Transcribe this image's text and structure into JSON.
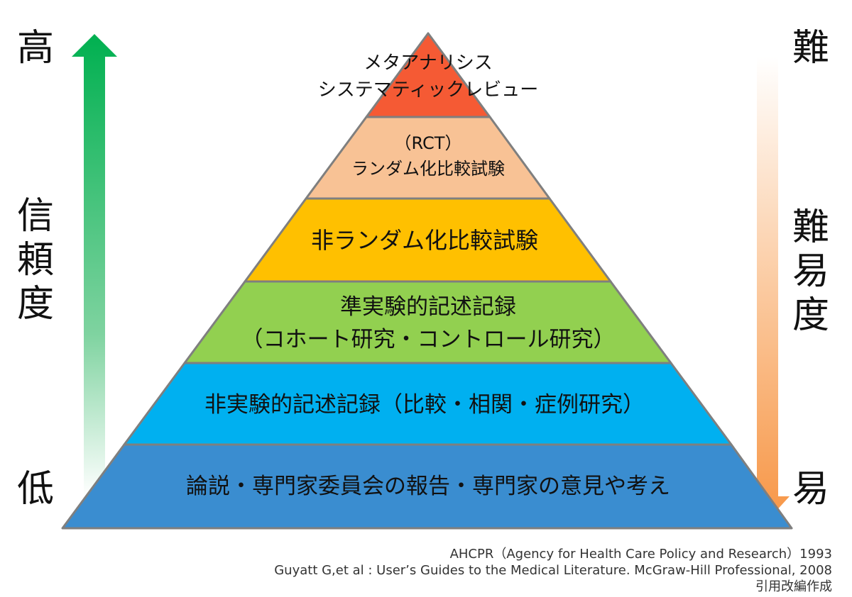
{
  "colors": {
    "level1": "#f55a34",
    "level2": "#f8c295",
    "level3": "#ffc000",
    "level4": "#92d050",
    "level5": "#00b0f0",
    "level6": "#3a8dd0",
    "reliability_arrow": "#00b050",
    "difficulty_arrow": "#f79646"
  },
  "left_axis": {
    "high": "高",
    "title": [
      "信",
      "頼",
      "度"
    ],
    "low": "低"
  },
  "right_axis": {
    "hard": "難",
    "title": [
      "難",
      "易",
      "度"
    ],
    "easy": "易"
  },
  "pyramid": [
    {
      "line1": "メタアナリシス",
      "line2": "システマティックレビュー"
    },
    {
      "line1": "（RCT）",
      "line2": "ランダム化比較試験"
    },
    {
      "line1": "非ランダム化比較試験"
    },
    {
      "line1": "準実験的記述記録",
      "line2": "（コホート研究・コントロール研究）"
    },
    {
      "line1": "非実験的記述記録（比較・相関・症例研究）"
    },
    {
      "line1": "論説・専門家委員会の報告・専門家の意見や考え"
    }
  ],
  "references": [
    "AHCPR（Agency for Health Care Policy and Research）1993",
    "Guyatt G,et al : User’s Guides to the Medical Literature. McGraw-Hill Professional, 2008",
    "引用改編作成"
  ]
}
